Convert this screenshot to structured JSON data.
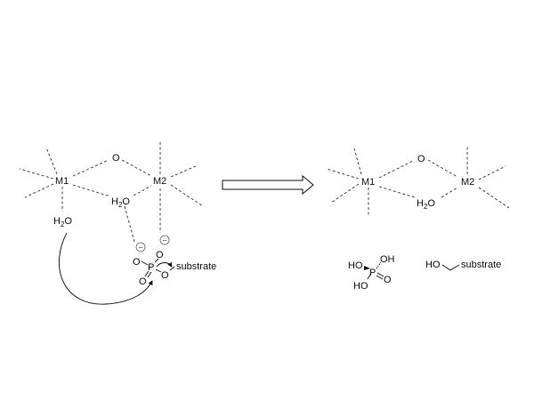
{
  "reactant": {
    "metal1": "M1",
    "metal2": "M2",
    "bridging_oxygen": "O",
    "bridging_water": {
      "main": "H",
      "sub": "2",
      "tail": "O"
    },
    "nucleophile_water": {
      "main": "H",
      "sub": "2",
      "tail": "O"
    },
    "charge": "−",
    "phosphate": {
      "o_left": "O",
      "o_top": "O",
      "p": "P",
      "o_ester": "O",
      "o_bottom": "O"
    },
    "leaving_group": "substrate"
  },
  "reaction_arrow": "hollow-right-arrow",
  "product": {
    "metal1": "M1",
    "metal2": "M2",
    "bridging_oxygen": "O",
    "bridging_water": {
      "main": "H",
      "sub": "2",
      "tail": "O"
    },
    "phosphoric_acid": {
      "ho_left": "HO",
      "oh_top": "OH",
      "p": "P",
      "o": "O",
      "ho_bottom": "HO"
    },
    "alcohol": {
      "ho": "HO",
      "substrate": "substrate"
    }
  }
}
